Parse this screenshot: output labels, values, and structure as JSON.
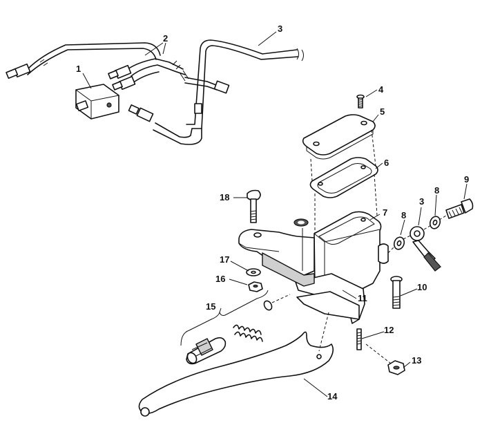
{
  "callouts": {
    "c1": "1",
    "c2": "2",
    "c3a": "3",
    "c3b": "3",
    "c4": "4",
    "c5": "5",
    "c6": "6",
    "c7": "7",
    "c8a": "8",
    "c8b": "8",
    "c9": "9",
    "c10": "10",
    "c11": "11",
    "c12": "12",
    "c13": "13",
    "c14": "14",
    "c15": "15",
    "c16": "16",
    "c17": "17",
    "c18": "18"
  }
}
